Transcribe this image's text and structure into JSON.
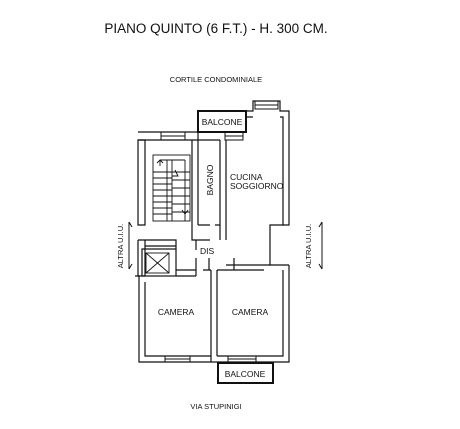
{
  "title": "PIANO QUINTO (6 F.T.) - H. 300 CM.",
  "labels": {
    "courtyard": "CORTILE  CONDOMINIALE",
    "street": "VIA  STUPINIGI",
    "other_unit": "ALTRA  U.I.U."
  },
  "rooms": {
    "balcone_top": "BALCONE",
    "bagno": "BAGNO",
    "cucina_line1": "CUCINA",
    "cucina_line2": "SOGGIORNO",
    "dis": "DIS",
    "camera_left": "CAMERA",
    "camera_right": "CAMERA",
    "balcone_bottom": "BALCONE"
  }
}
